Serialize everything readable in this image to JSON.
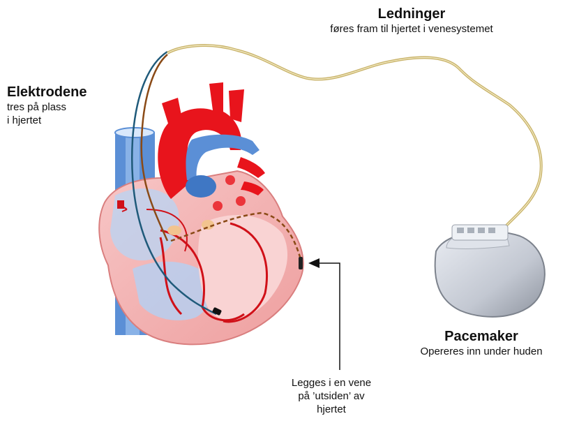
{
  "labels": {
    "ledninger": {
      "title": "Ledninger",
      "subtitle": "føres fram til hjertet i venesystemet"
    },
    "elektrodene": {
      "title": "Elektrodene",
      "line1": "tres på plass",
      "line2": "i hjertet"
    },
    "pacemaker": {
      "title": "Pacemaker",
      "subtitle": "Opereres inn under huden"
    },
    "vene": {
      "line1": "Legges i en vene",
      "line2": "på ’utsiden’ av",
      "line3": "hjertet"
    }
  },
  "colors": {
    "artery_red": "#e8141c",
    "vein_blue": "#5b8fd6",
    "heart_pink": "#f4b3b3",
    "lead_gold": "#c9b36a",
    "lead_blue": "#1f5a7a",
    "lead_brown": "#8a4a16",
    "pacemaker_silver": "#c8cdd6"
  }
}
